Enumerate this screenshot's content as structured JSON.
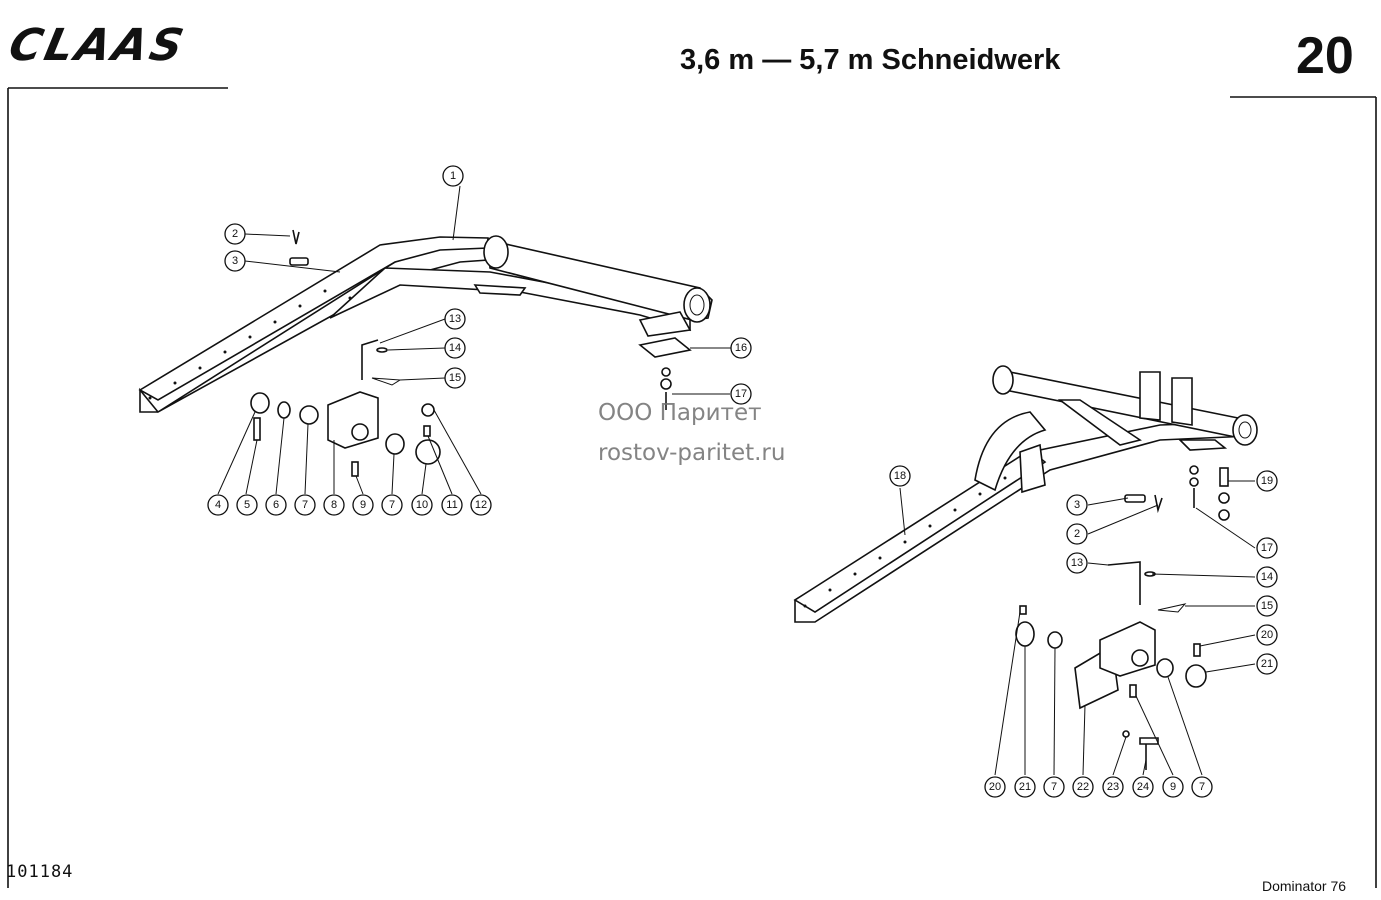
{
  "header": {
    "logo": "CLAAS",
    "title": "3,6 m — 5,7 m Schneidwerk",
    "page_number": "20"
  },
  "footer": {
    "doc_number": "101184",
    "model": "Dominator 76"
  },
  "watermark": {
    "line1": "ООО Паритет",
    "line2": "rostov-paritet.ru"
  },
  "callouts": [
    "1",
    "2",
    "3",
    "4",
    "5",
    "6",
    "7",
    "8",
    "9",
    "10",
    "11",
    "12",
    "13",
    "14",
    "15",
    "16",
    "17",
    "18",
    "19",
    "20",
    "21",
    "22",
    "23",
    "24"
  ]
}
